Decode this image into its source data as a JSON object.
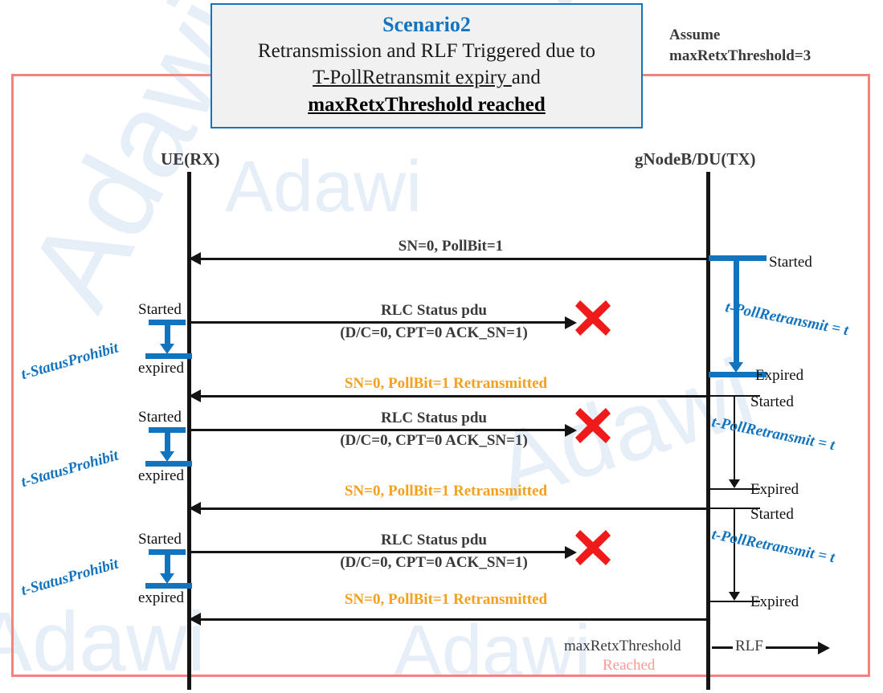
{
  "title_box": {
    "line1": "Scenario2",
    "line2": "Retransmission and RLF Triggered due to",
    "line3_underlined": "T-PollRetransmit expiry ",
    "line3_rest": "and",
    "line4": "maxRetxThreshold  reached"
  },
  "assume_note": {
    "line1": "Assume",
    "line2": "maxRetxThreshold=3"
  },
  "lifelines": {
    "left_label": "UE(RX)",
    "right_label": "gNodeB/DU(TX)"
  },
  "messages": {
    "poll_initial": "SN=0, PollBit=1",
    "status_pdu_line1": "RLC Status pdu",
    "status_pdu_line2": "(D/C=0, CPT=0 ACK_SN=1)",
    "retransmitted": "SN=0, PollBit=1 Retransmitted"
  },
  "timers": {
    "status_prohibit_name": "t-StatusProhibit",
    "poll_retransmit_name": "t-PollRetransmit = t",
    "started": "Started",
    "expired_lower": "expired",
    "expired_upper": "Expired"
  },
  "bottom": {
    "max_retx": "maxRetxThreshold",
    "reached": "Reached",
    "rlf": "RLF"
  },
  "watermark": {
    "text": "Adawi"
  },
  "colors": {
    "accent_blue": "#1273bf",
    "orange": "#f5a01e",
    "frame_red": "#f4827e",
    "x_red": "#ef1b1b",
    "reached_red": "#f99a96",
    "watermark": "#e6eef8",
    "ink": "#141414"
  }
}
